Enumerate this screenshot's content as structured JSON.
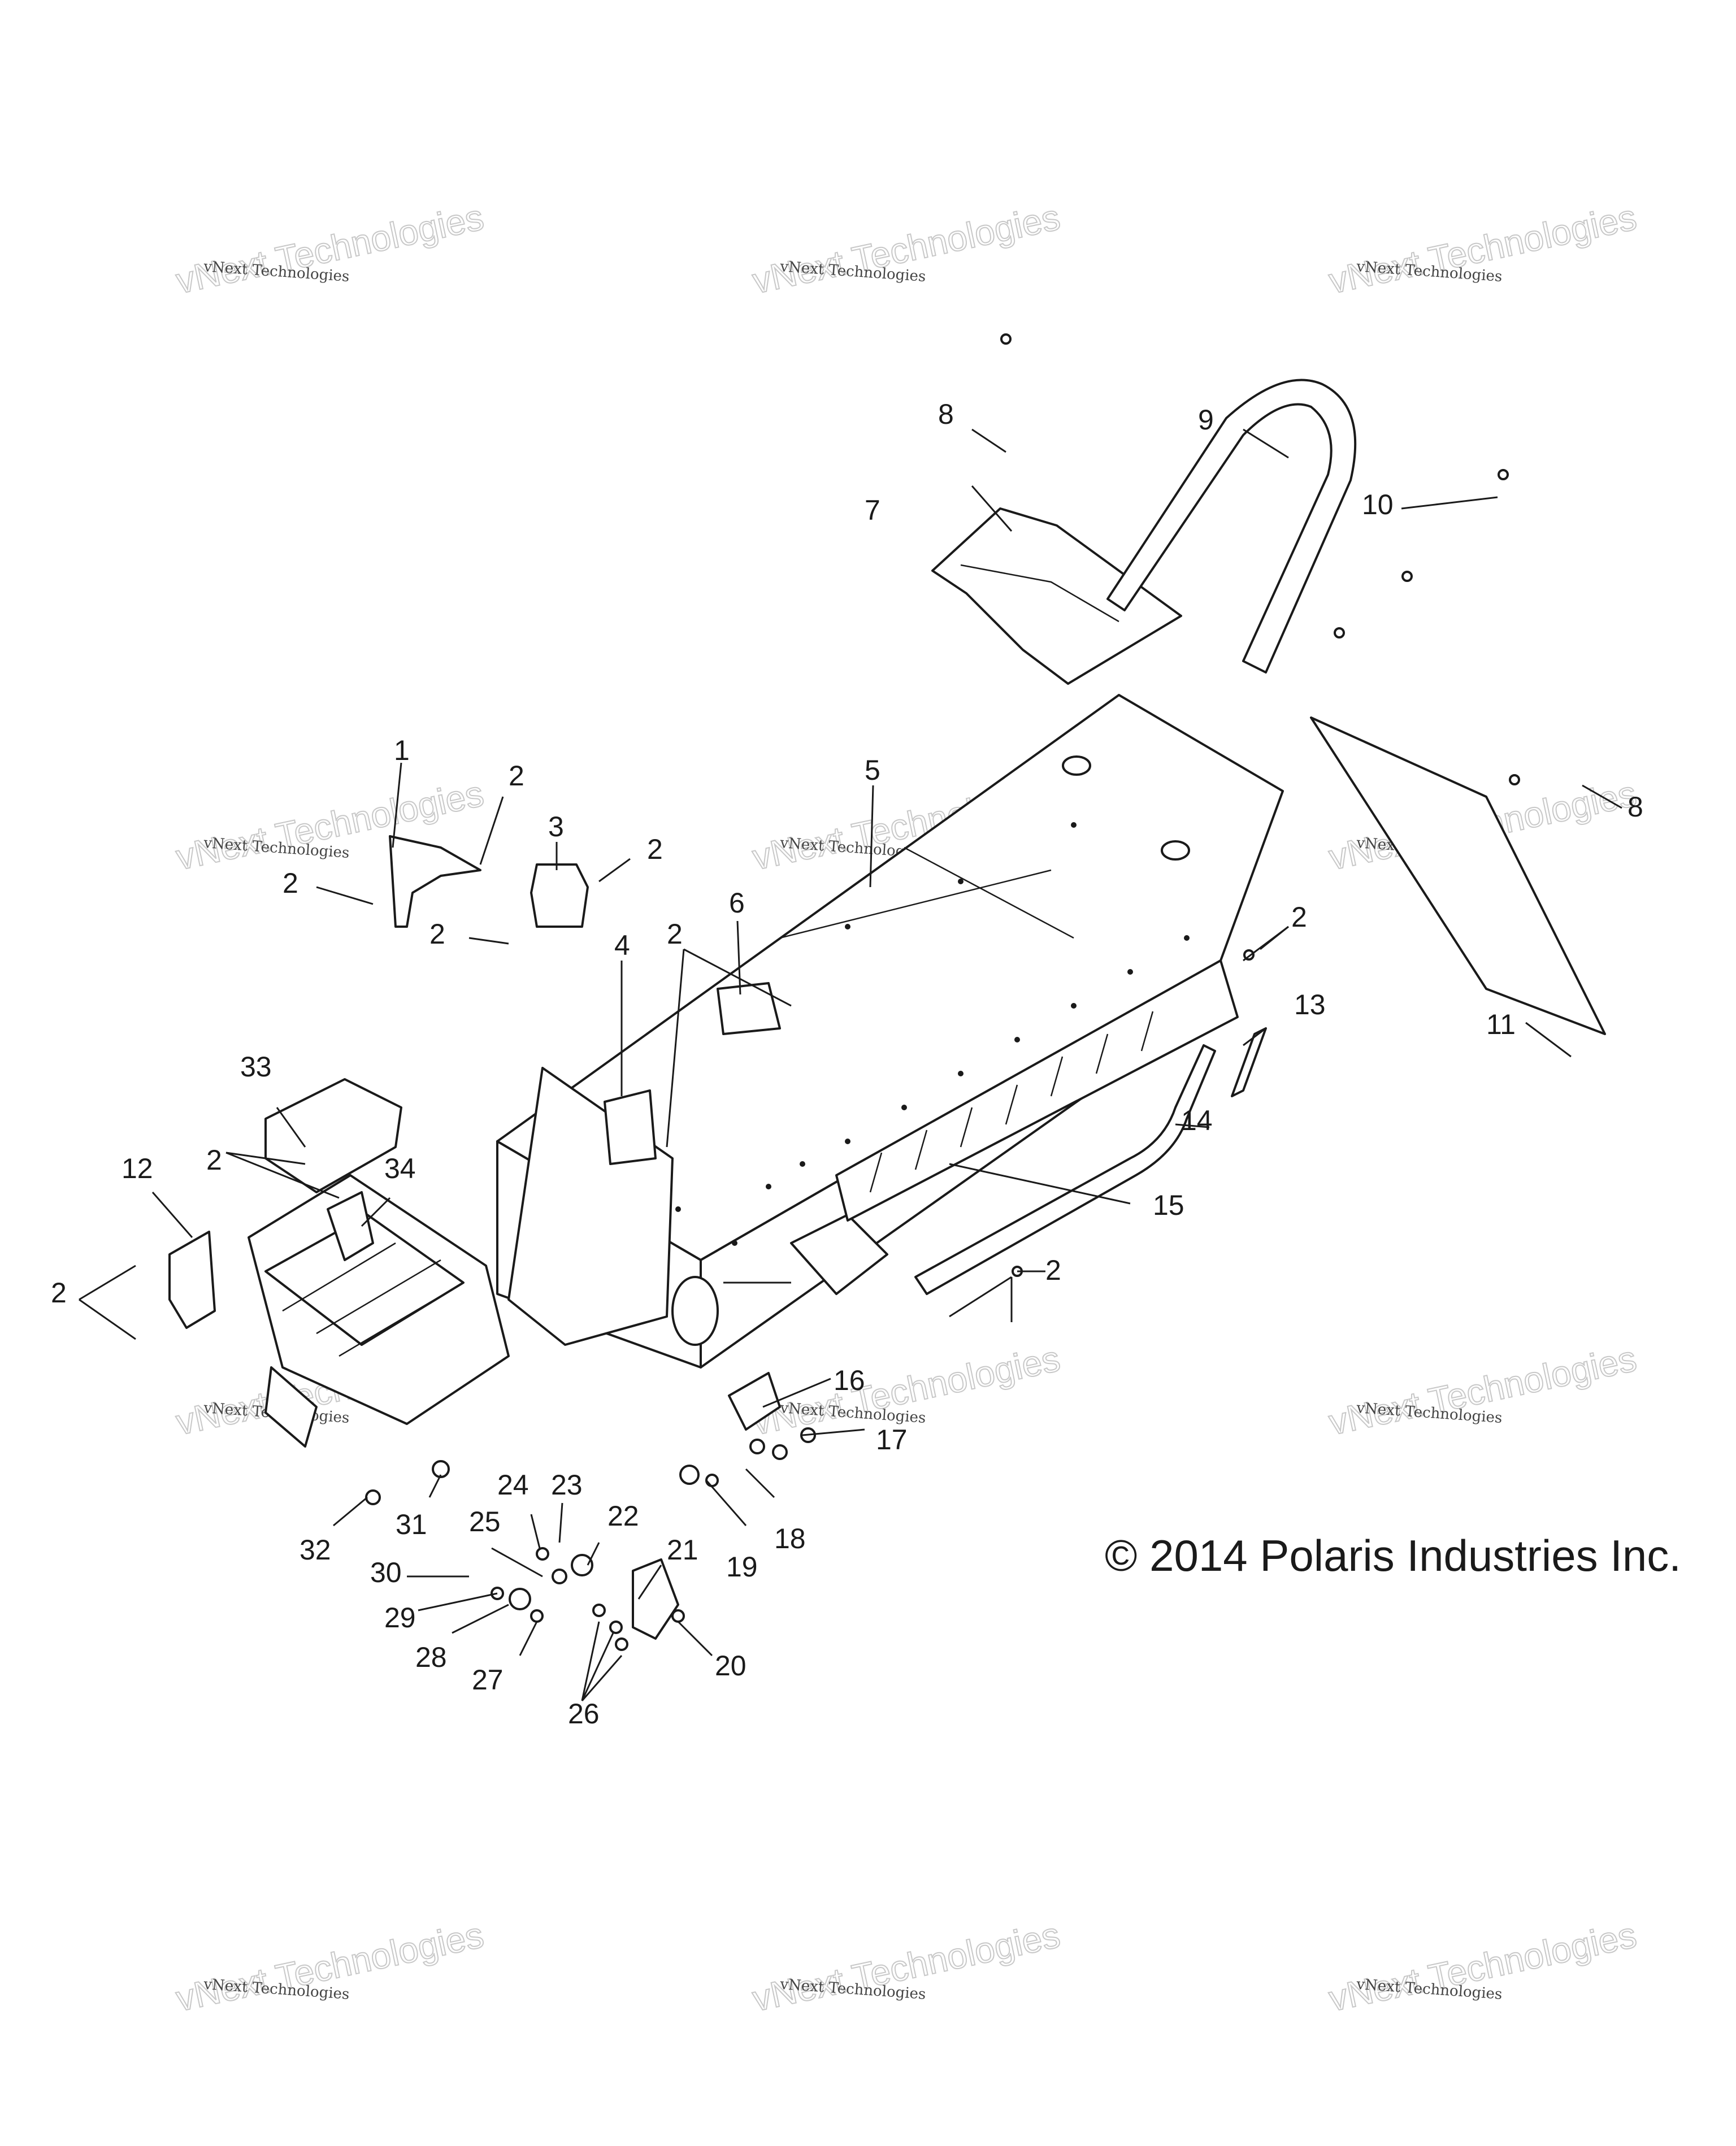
{
  "diagram": {
    "copyright": "© 2014 Polaris Industries Inc.",
    "watermark": {
      "line1": "vNext Technologies",
      "line2": "vNext Technologies"
    },
    "callouts": [
      {
        "id": "c1",
        "label": "1"
      },
      {
        "id": "c2a",
        "label": "2"
      },
      {
        "id": "c2b",
        "label": "2"
      },
      {
        "id": "c2c",
        "label": "2"
      },
      {
        "id": "c2d",
        "label": "2"
      },
      {
        "id": "c2e",
        "label": "2"
      },
      {
        "id": "c2f",
        "label": "2"
      },
      {
        "id": "c2g",
        "label": "2"
      },
      {
        "id": "c2h",
        "label": "2"
      },
      {
        "id": "c2i",
        "label": "2"
      },
      {
        "id": "c3",
        "label": "3"
      },
      {
        "id": "c4",
        "label": "4"
      },
      {
        "id": "c5",
        "label": "5"
      },
      {
        "id": "c6",
        "label": "6"
      },
      {
        "id": "c7",
        "label": "7"
      },
      {
        "id": "c8a",
        "label": "8"
      },
      {
        "id": "c8b",
        "label": "8"
      },
      {
        "id": "c9",
        "label": "9"
      },
      {
        "id": "c10",
        "label": "10"
      },
      {
        "id": "c11",
        "label": "11"
      },
      {
        "id": "c12",
        "label": "12"
      },
      {
        "id": "c13",
        "label": "13"
      },
      {
        "id": "c14",
        "label": "14"
      },
      {
        "id": "c15",
        "label": "15"
      },
      {
        "id": "c16",
        "label": "16"
      },
      {
        "id": "c17",
        "label": "17"
      },
      {
        "id": "c18",
        "label": "18"
      },
      {
        "id": "c19",
        "label": "19"
      },
      {
        "id": "c20",
        "label": "20"
      },
      {
        "id": "c21",
        "label": "21"
      },
      {
        "id": "c22",
        "label": "22"
      },
      {
        "id": "c23",
        "label": "23"
      },
      {
        "id": "c24",
        "label": "24"
      },
      {
        "id": "c25",
        "label": "25"
      },
      {
        "id": "c26",
        "label": "26"
      },
      {
        "id": "c27",
        "label": "27"
      },
      {
        "id": "c28",
        "label": "28"
      },
      {
        "id": "c29",
        "label": "29"
      },
      {
        "id": "c30",
        "label": "30"
      },
      {
        "id": "c31",
        "label": "31"
      },
      {
        "id": "c32",
        "label": "32"
      },
      {
        "id": "c33",
        "label": "33"
      },
      {
        "id": "c34",
        "label": "34"
      }
    ]
  }
}
